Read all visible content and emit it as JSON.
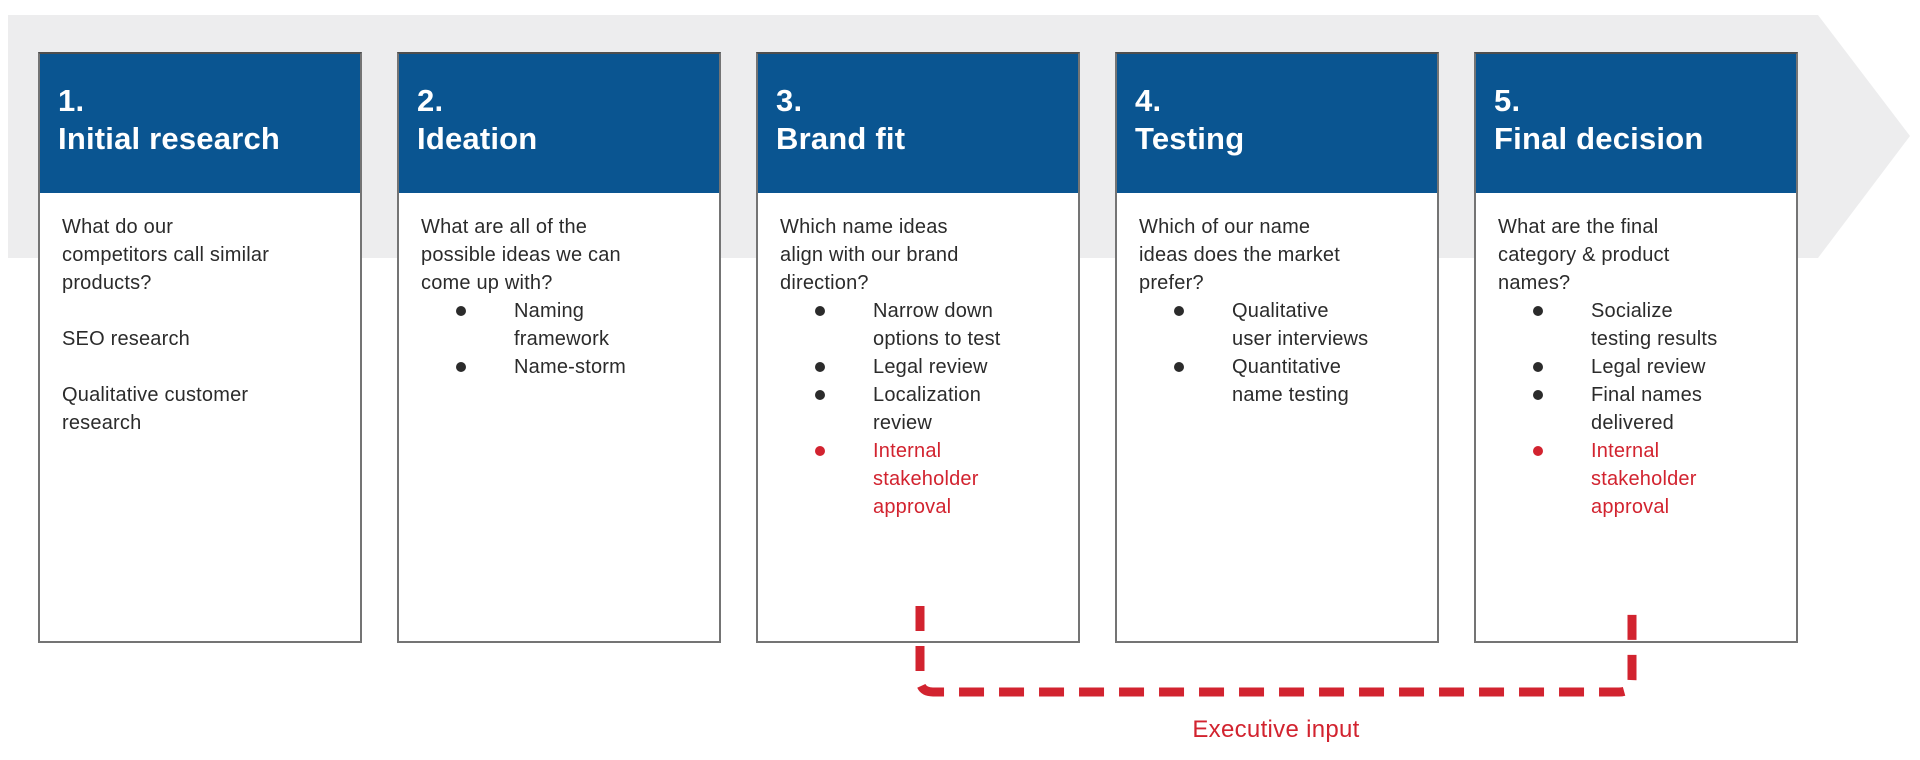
{
  "colors": {
    "header_blue": "#0A5591",
    "accent_red": "#D2232F",
    "band_gray": "#EDEDEE",
    "card_border": "#747474",
    "body_text": "#2B2B2B",
    "title_text": "#FFFFFF",
    "background": "#FFFFFF"
  },
  "process": {
    "steps": [
      {
        "number": "1.",
        "title": "Initial research",
        "paragraphs": [
          "What do our\ncompetitors call similar\nproducts?",
          "SEO research",
          "Qualitative customer\nresearch"
        ],
        "bullets": []
      },
      {
        "number": "2.",
        "title": "Ideation",
        "paragraphs": [
          "What are all of the\npossible ideas we can\ncome up with?"
        ],
        "bullets": [
          {
            "text": "Naming\nframework",
            "highlight": false
          },
          {
            "text": "Name-storm",
            "highlight": false
          }
        ]
      },
      {
        "number": "3.",
        "title": "Brand fit",
        "paragraphs": [
          "Which name ideas\nalign with our brand\ndirection?"
        ],
        "bullets": [
          {
            "text": "Narrow down\noptions to test",
            "highlight": false
          },
          {
            "text": "Legal review",
            "highlight": false
          },
          {
            "text": "Localization\nreview",
            "highlight": false
          },
          {
            "text": "Internal\nstakeholder\napproval",
            "highlight": true
          }
        ]
      },
      {
        "number": "4.",
        "title": "Testing",
        "paragraphs": [
          "Which of our name\nideas does the market\nprefer?"
        ],
        "bullets": [
          {
            "text": "Qualitative\nuser interviews",
            "highlight": false
          },
          {
            "text": "Quantitative\nname testing",
            "highlight": false
          }
        ]
      },
      {
        "number": "5.",
        "title": "Final decision",
        "paragraphs": [
          "What are the final\ncategory & product\nnames?"
        ],
        "bullets": [
          {
            "text": "Socialize\ntesting results",
            "highlight": false
          },
          {
            "text": "Legal review",
            "highlight": false
          },
          {
            "text": "Final names\ndelivered",
            "highlight": false
          },
          {
            "text": "Internal\nstakeholder\napproval",
            "highlight": true
          }
        ]
      }
    ],
    "annotation": {
      "label": "Executive input"
    }
  }
}
